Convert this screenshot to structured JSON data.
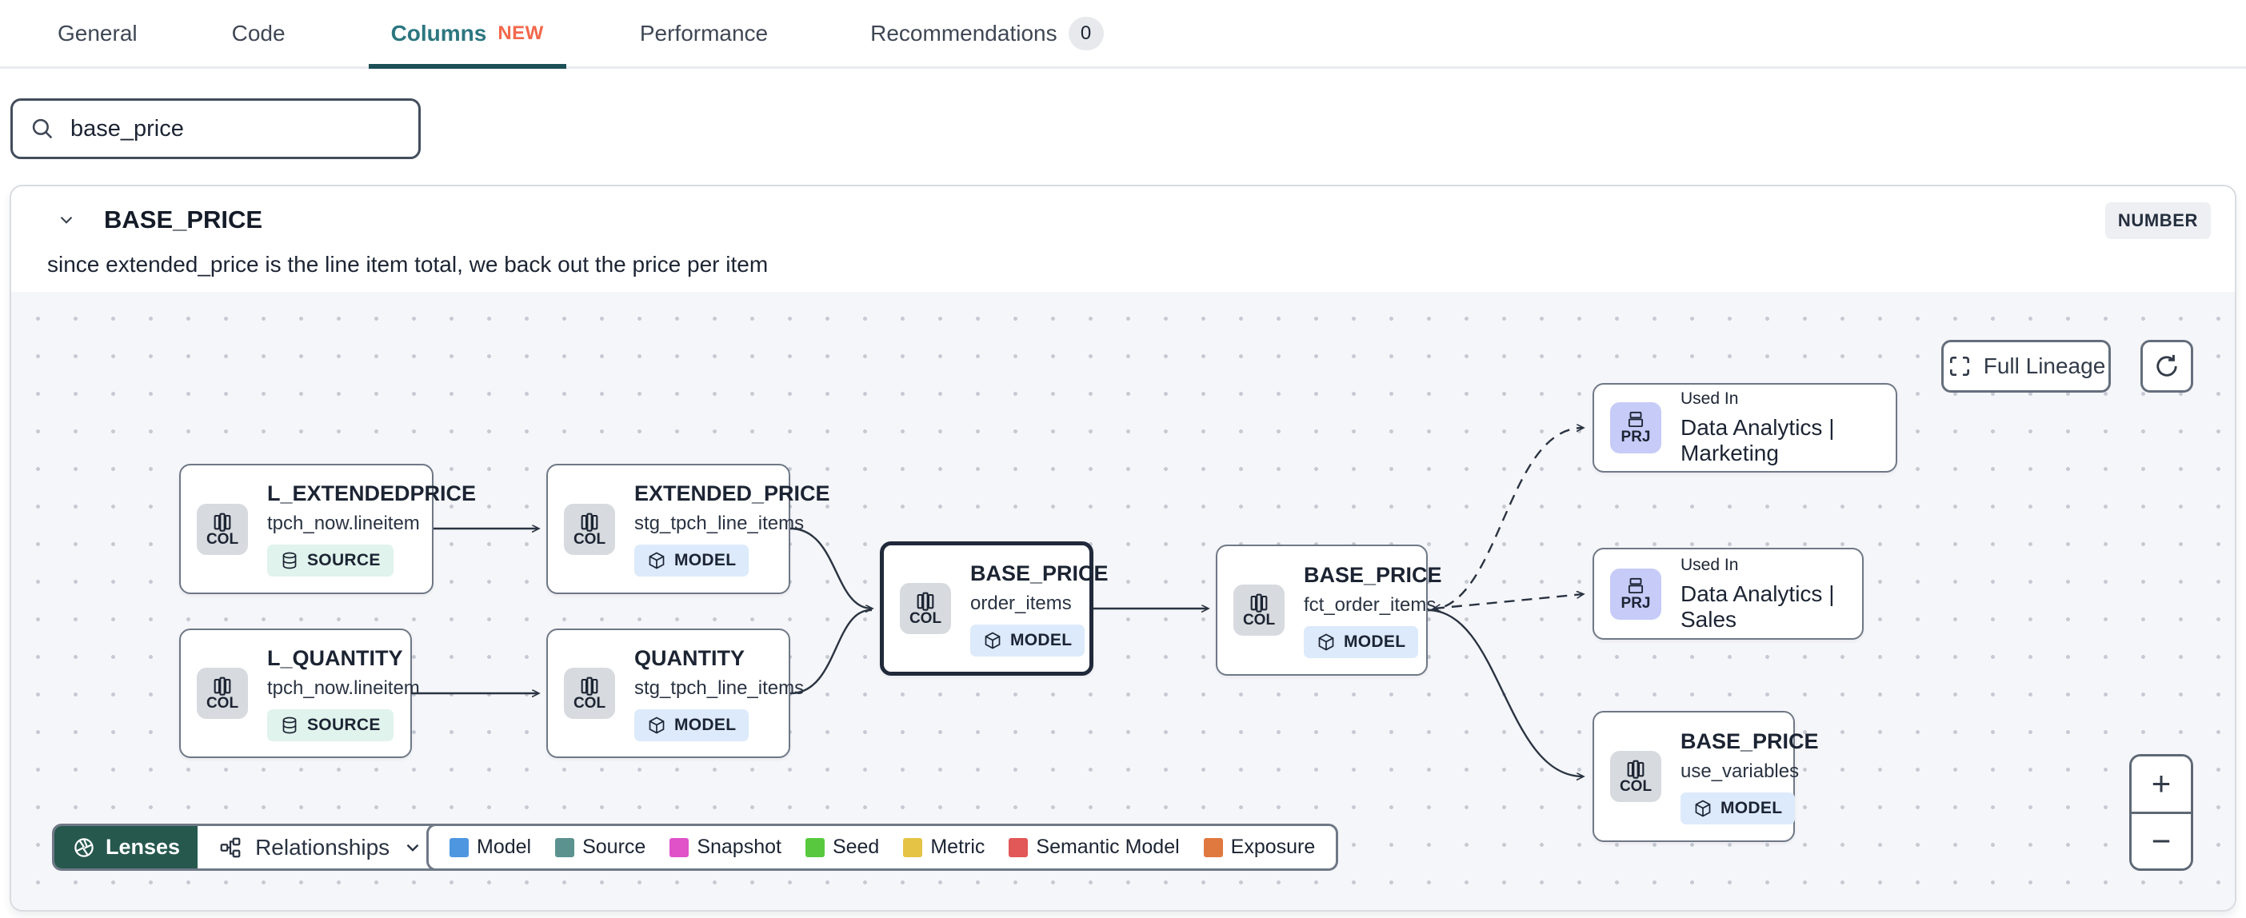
{
  "tabs": {
    "items": [
      {
        "label": "General",
        "active": false
      },
      {
        "label": "Code",
        "active": false
      },
      {
        "label": "Columns",
        "active": true,
        "badge": "NEW"
      },
      {
        "label": "Performance",
        "active": false
      },
      {
        "label": "Recommendations",
        "count": "0",
        "active": false
      }
    ]
  },
  "search": {
    "value": "base_price"
  },
  "column_panel": {
    "name": "BASE_PRICE",
    "type": "NUMBER",
    "description": "since extended_price is the line item total, we back out the price per item"
  },
  "lineage": {
    "full_lineage_label": "Full Lineage",
    "nodes": [
      {
        "chip": "COL",
        "title": "L_EXTENDEDPRICE",
        "subtitle": "tpch_now.lineitem",
        "badge": "SOURCE"
      },
      {
        "chip": "COL",
        "title": "EXTENDED_PRICE",
        "subtitle": "stg_tpch_line_items",
        "badge": "MODEL"
      },
      {
        "chip": "COL",
        "title": "L_QUANTITY",
        "subtitle": "tpch_now.lineitem",
        "badge": "SOURCE"
      },
      {
        "chip": "COL",
        "title": "QUANTITY",
        "subtitle": "stg_tpch_line_items",
        "badge": "MODEL"
      },
      {
        "chip": "COL",
        "title": "BASE_PRICE",
        "subtitle": "order_items",
        "badge": "MODEL",
        "selected": true
      },
      {
        "chip": "COL",
        "title": "BASE_PRICE",
        "subtitle": "fct_order_items",
        "badge": "MODEL"
      },
      {
        "chip": "PRJ",
        "kicker": "Used In",
        "title": "Data Analytics | Marketing"
      },
      {
        "chip": "PRJ",
        "kicker": "Used In",
        "title": "Data Analytics | Sales"
      },
      {
        "chip": "COL",
        "title": "BASE_PRICE",
        "subtitle": "use_variables",
        "badge": "MODEL"
      }
    ],
    "toolbar": {
      "lenses": "Lenses",
      "relationships": "Relationships"
    },
    "legend": {
      "items": [
        {
          "label": "Model",
          "color": "#4e96e0"
        },
        {
          "label": "Source",
          "color": "#5b9290"
        },
        {
          "label": "Snapshot",
          "color": "#df52c8"
        },
        {
          "label": "Seed",
          "color": "#58c93f"
        },
        {
          "label": "Metric",
          "color": "#e5c345"
        },
        {
          "label": "Semantic Model",
          "color": "#e25757"
        },
        {
          "label": "Exposure",
          "color": "#e0793f"
        }
      ]
    },
    "zoom_controls": {
      "zoom_in": "+",
      "zoom_out": "−"
    }
  },
  "colors": {
    "active_tab_text": "#2c7680",
    "active_tab_underline": "#1d4f57",
    "new_badge": "#f3674b",
    "lenses_green": "#26584e",
    "model_badge_bg": "#dceafb",
    "source_badge_bg": "#e0f3ec",
    "col_chip_bg": "#d7dade",
    "prj_chip_bg": "#c6cbf8",
    "edge": "#2a3342"
  },
  "icons": [
    "search-icon",
    "chevron-down-icon",
    "columns-icon",
    "database-icon",
    "cube-icon",
    "project-icon",
    "expand-icon",
    "refresh-icon",
    "aperture-icon",
    "relationships-icon",
    "plus-icon",
    "minus-icon"
  ]
}
